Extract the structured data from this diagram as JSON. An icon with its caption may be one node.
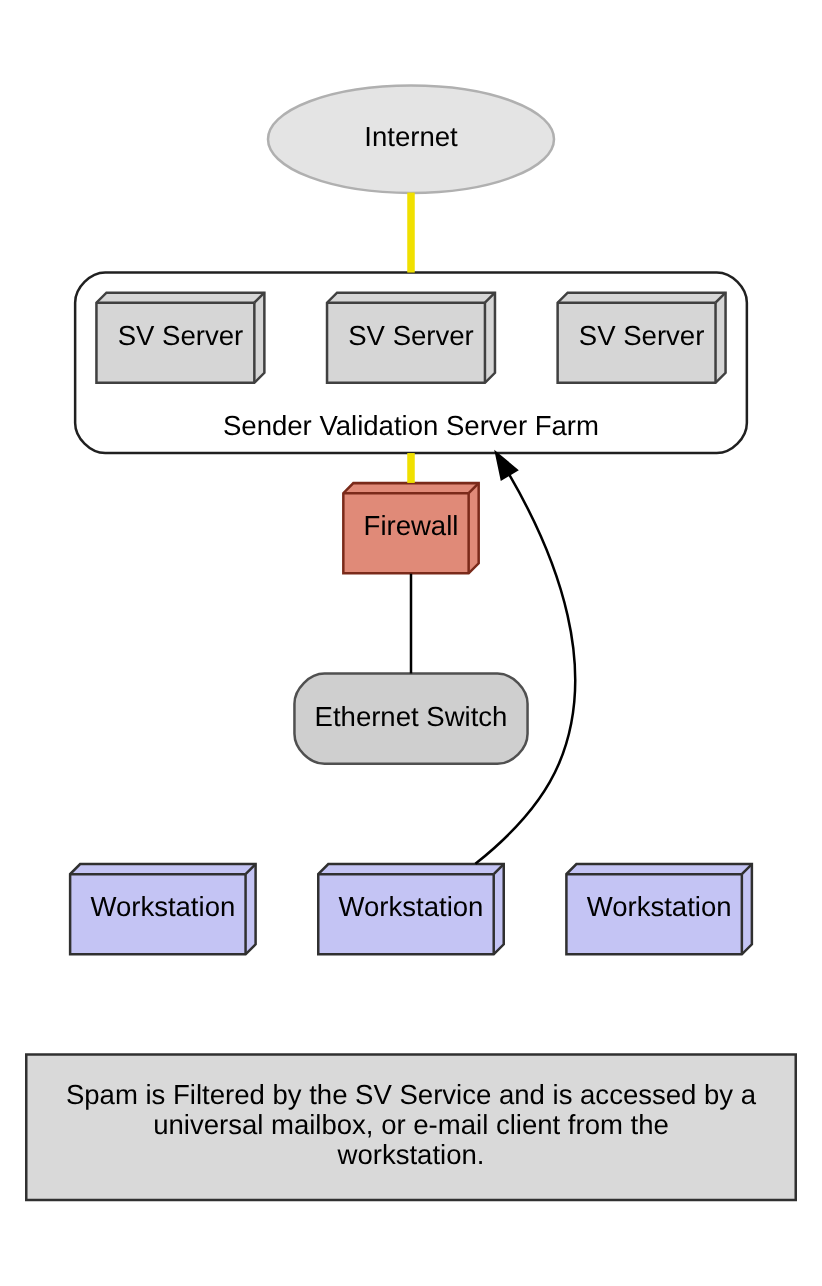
{
  "diagram": {
    "nodes": [
      {
        "text": [
          "Internet"
        ]
      },
      {
        "text": [
          "Sender Validation Server Farm"
        ]
      },
      {
        "text": [
          "SV Server"
        ],
        "in": 1
      },
      {
        "text": [
          "SV Server"
        ],
        "in": 1
      },
      {
        "text": [
          "SV Server"
        ],
        "in": 1
      },
      {
        "text": [
          "Firewall"
        ]
      },
      {
        "text": [
          "Ethernet Switch"
        ]
      },
      {
        "text": [
          "Workstation"
        ]
      },
      {
        "text": [
          "Workstation"
        ]
      },
      {
        "text": [
          "Workstation"
        ]
      },
      {
        "text": [
          "Spam is Filtered by the SV Service and is accessed by a universal mailbox, or e-mail client from the workstation."
        ]
      }
    ],
    "edges": [
      {
        "from": 0,
        "to": 1,
        "arrow": "none",
        "style": "thick",
        "color": "#f0e000"
      },
      {
        "from": 1,
        "to": 5,
        "arrow": "none",
        "style": "thick",
        "color": "#f0e000"
      },
      {
        "from": 5,
        "to": 6,
        "arrow": "none",
        "color": "#000000"
      },
      {
        "from": 8,
        "to": 1,
        "arrow": "to",
        "color": "#000000"
      }
    ]
  }
}
